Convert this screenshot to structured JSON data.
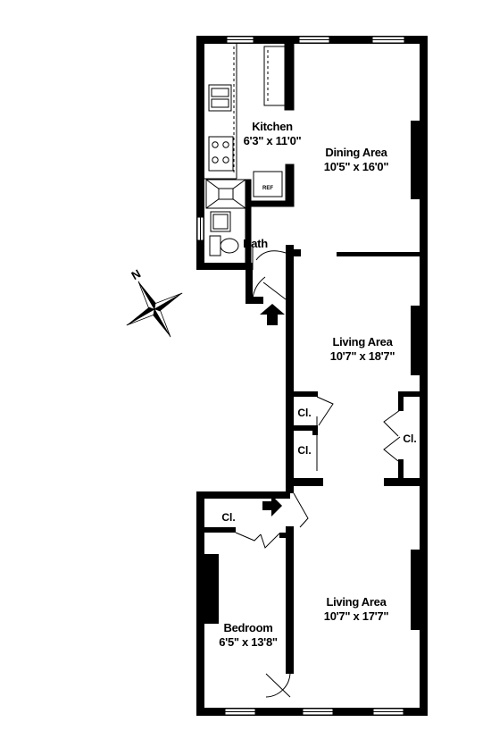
{
  "rooms": {
    "kitchen": {
      "name": "Kitchen",
      "dims": "6'3\" x 11'0\""
    },
    "dining": {
      "name": "Dining Area",
      "dims": "10'5\" x 16'0\""
    },
    "bath": {
      "name": "Bath"
    },
    "living_upper": {
      "name": "Living Area",
      "dims": "10'7\" x 18'7\""
    },
    "living_lower": {
      "name": "Living Area",
      "dims": "10'7\" x 17'7\""
    },
    "bedroom": {
      "name": "Bedroom",
      "dims": "6'5\" x 13'8\""
    }
  },
  "closets": {
    "label": "Cl."
  },
  "appliances": {
    "fridge": "REF"
  },
  "compass": {
    "north": "N"
  },
  "colors": {
    "wall": "#000000",
    "background": "#ffffff"
  }
}
